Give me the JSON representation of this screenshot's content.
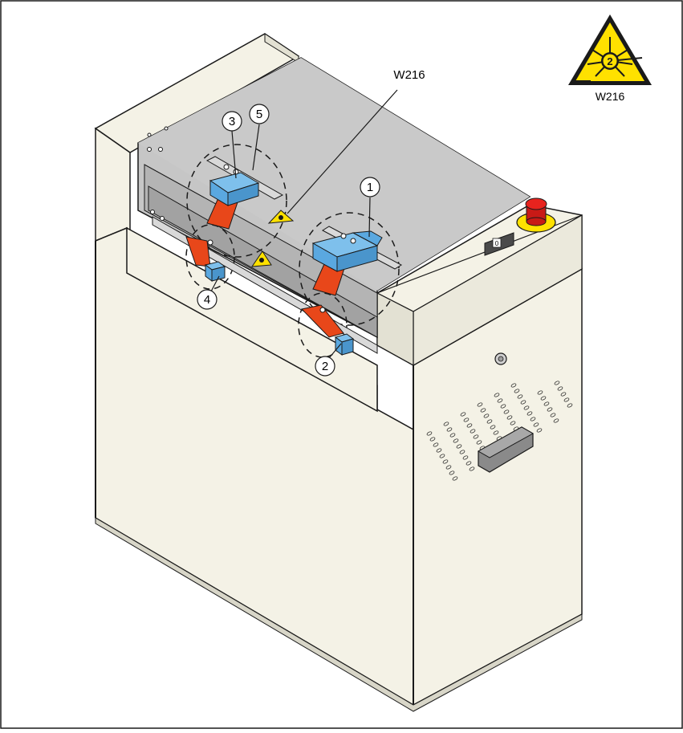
{
  "labels": {
    "warning_label": "W216",
    "sign_caption": "W216",
    "sign_class_digit": "2"
  },
  "callouts": [
    {
      "id": "1",
      "text": "1"
    },
    {
      "id": "2",
      "text": "2"
    },
    {
      "id": "3",
      "text": "3"
    },
    {
      "id": "4",
      "text": "4"
    },
    {
      "id": "5",
      "text": "5"
    }
  ],
  "switch_mark": "0",
  "colors": {
    "housing": "#f4f2e6",
    "housing_shade": "#e3e1d3",
    "cover": "#c6c6c6",
    "cover_dark": "#9e9e9e",
    "laser_beam": "#e8471a",
    "sensor_blue": "#5aa8e0",
    "warning_yellow": "#ffe100",
    "estop_red": "#e8231e",
    "outline": "#1a1a1a"
  },
  "icons": [
    "laser-warning-sign-icon",
    "laser-warning-sticker-icon",
    "emergency-stop-icon",
    "power-switch-icon",
    "handle-icon"
  ]
}
